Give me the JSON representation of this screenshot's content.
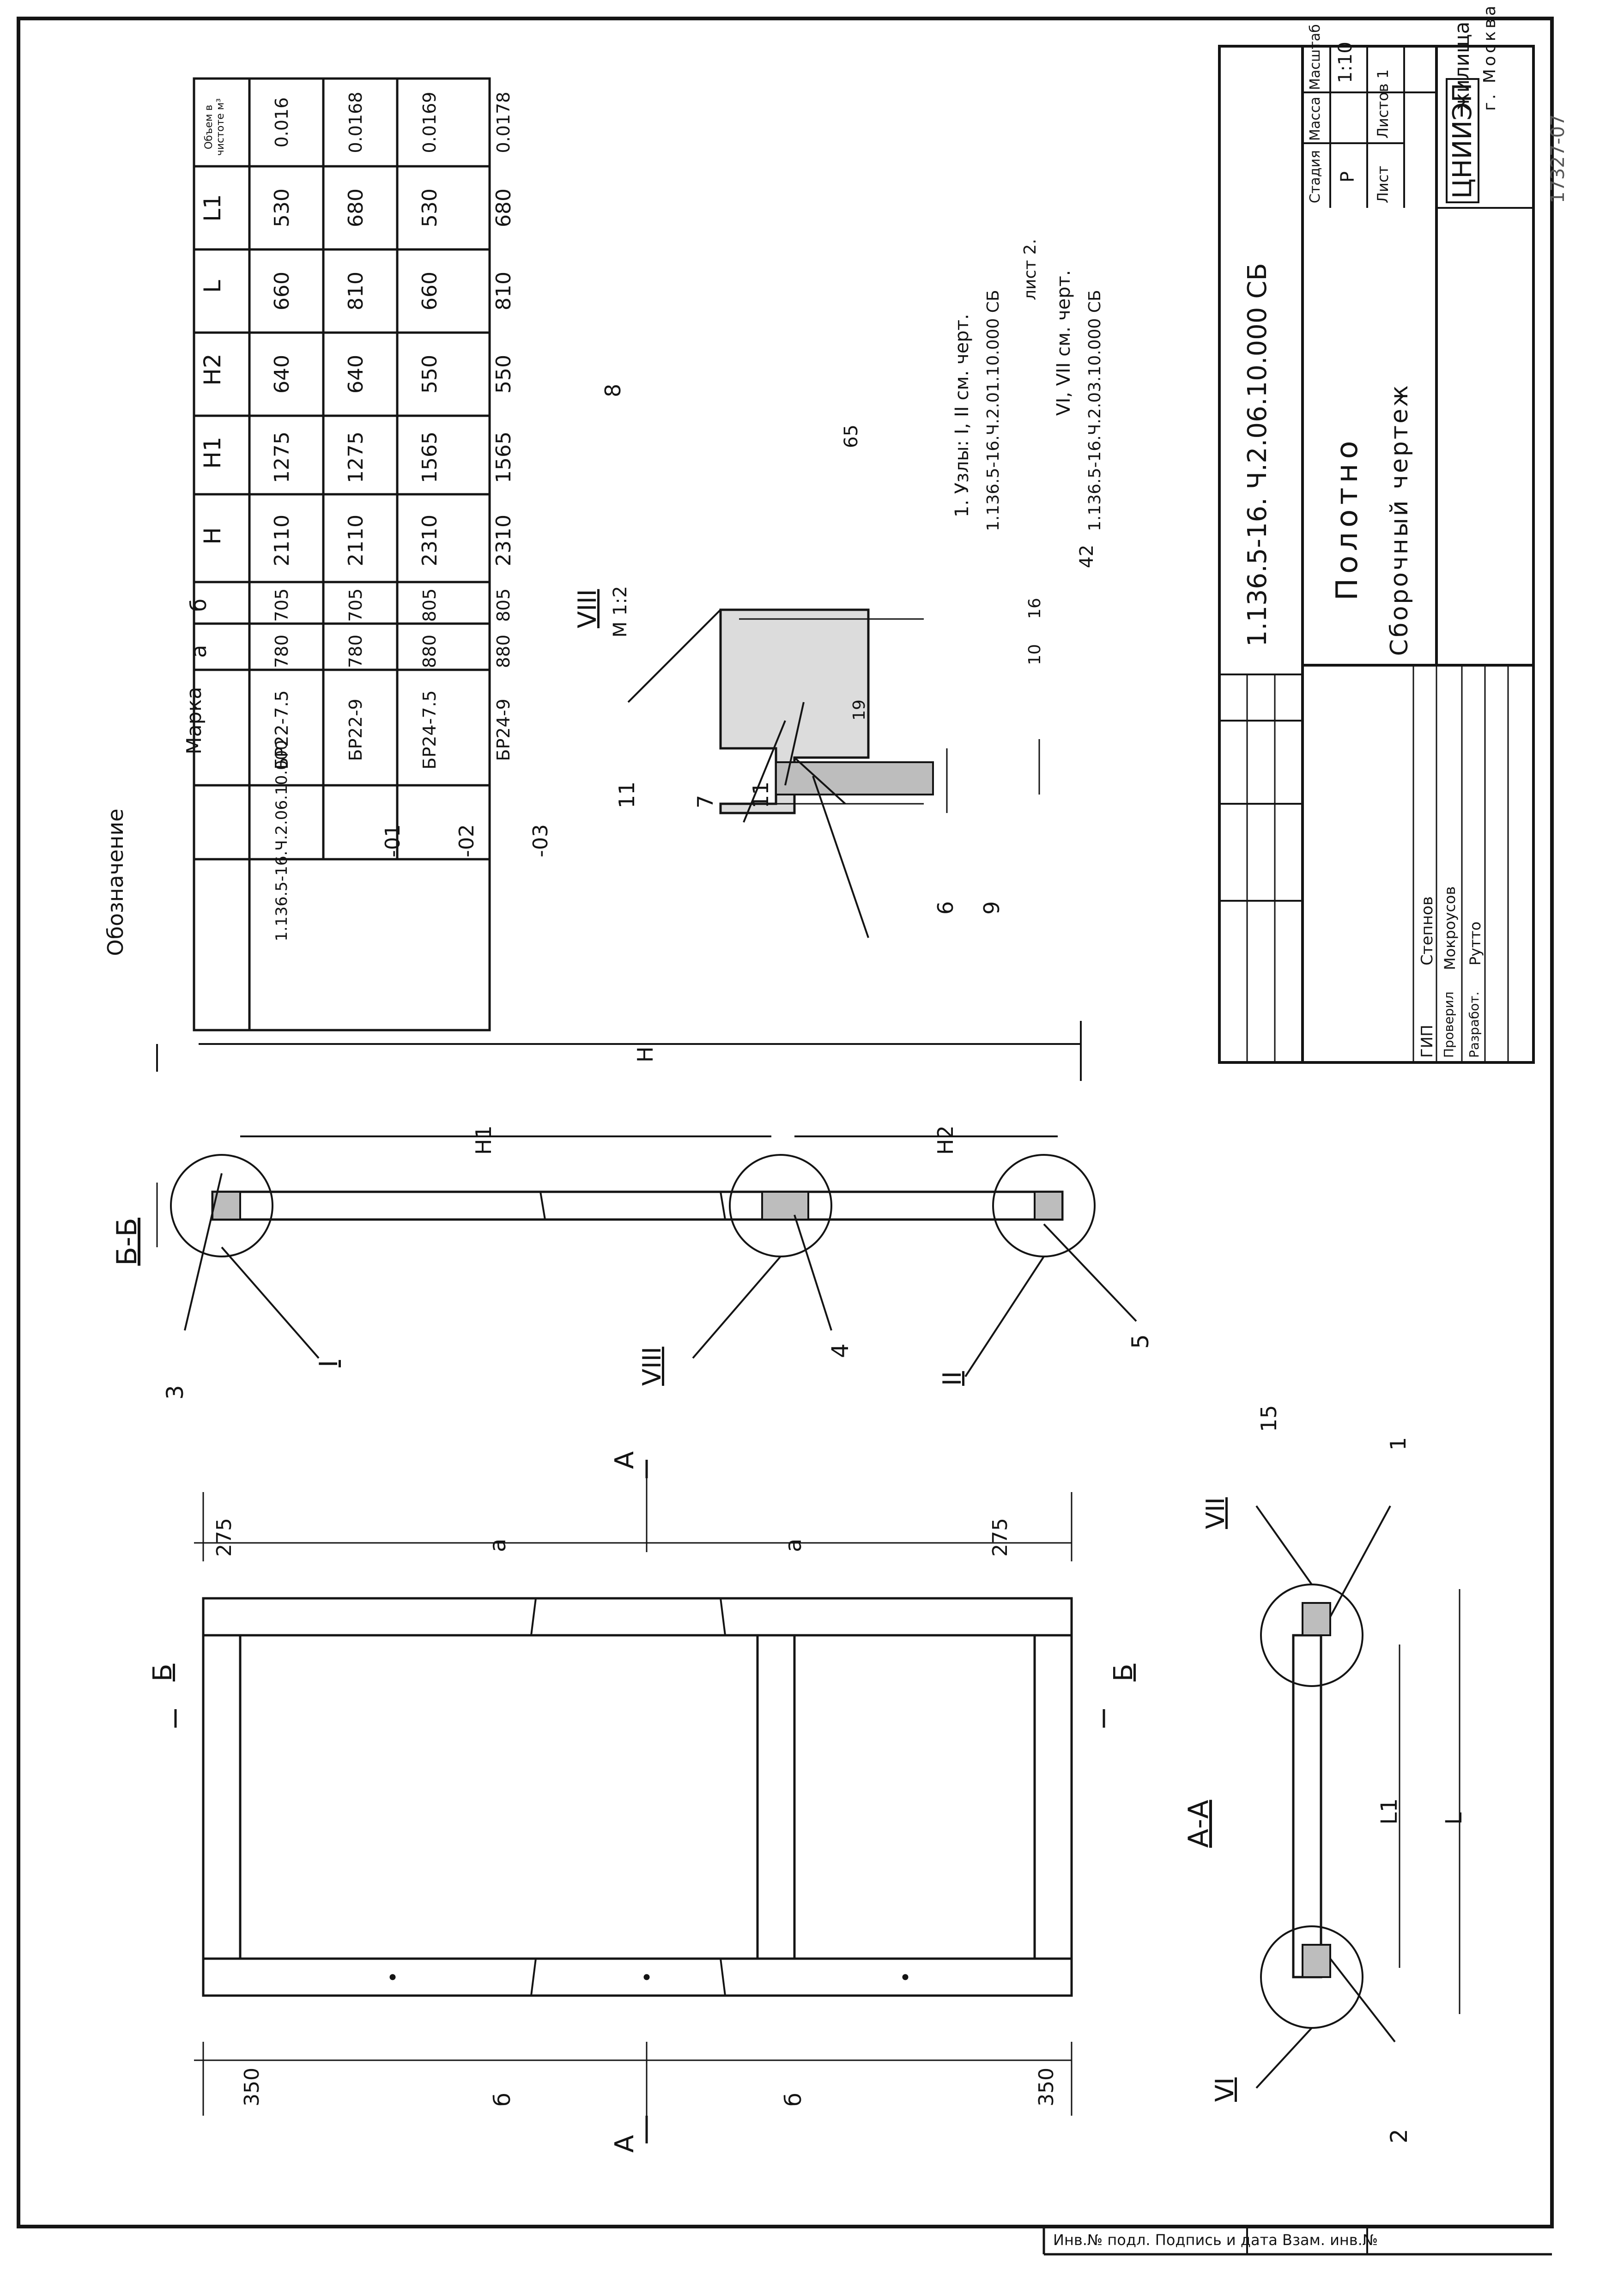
{
  "title_block": {
    "doc_code": "1.136.5-16. Ч.2.06.10.000 СБ",
    "title": "Полотно",
    "subtitle": "Сборочный чертеж",
    "stage_header": "Стадия",
    "mass_header": "Масса",
    "scale_header": "Масштаб",
    "stage": "Р",
    "scale": "1:10",
    "sheet_label": "Лист",
    "sheets_label": "Листов 1",
    "org_logo": "ЦНИИЭП",
    "org_name": "жилища",
    "org_city": "г. Москва",
    "signatures": [
      {
        "role": "ГИП",
        "name": "Степнов"
      },
      {
        "role": "Проверил",
        "name": "Мокроусов"
      },
      {
        "role": "Разработ.",
        "name": "Рутто"
      }
    ],
    "handwritten_number": "17327-07"
  },
  "spec_table": {
    "headers": [
      "Обозначение",
      "Марка",
      "a",
      "б",
      "H",
      "H1",
      "H2",
      "L",
      "L1",
      "Объем в чистоте м³"
    ],
    "rows": [
      [
        "1.136.5-16.Ч.2.06.10.000",
        "БР22-7.5",
        "780",
        "705",
        "2110",
        "1275",
        "640",
        "660",
        "530",
        "0.016"
      ],
      [
        "-01",
        "БР22-9",
        "780",
        "705",
        "2110",
        "1275",
        "640",
        "810",
        "680",
        "0.0168"
      ],
      [
        "-02",
        "БР24-7.5",
        "880",
        "805",
        "2310",
        "1565",
        "550",
        "660",
        "530",
        "0.0169"
      ],
      [
        "-03",
        "БР24-9",
        "880",
        "805",
        "2310",
        "1565",
        "550",
        "810",
        "680",
        "0.0178"
      ]
    ]
  },
  "notes": {
    "n1": "1. Узлы: I, II см. черт.",
    "n1b": "1.136.5-16.Ч.2.01.10.000 СБ",
    "n1c": "лист 2.",
    "n2": "VI, VII см. черт.",
    "n2b": "1.136.5-16.Ч.2.03.10.000 СБ"
  },
  "detail_viii": {
    "label": "VIII",
    "scale": "М 1:2",
    "dims": [
      "65",
      "42",
      "16",
      "10",
      "19"
    ],
    "callouts": [
      "8",
      "11",
      "7",
      "11",
      "6",
      "9"
    ]
  },
  "section_bb": {
    "label": "Б-Б",
    "dims": [
      "H",
      "H1",
      "H2"
    ],
    "callouts": [
      "3",
      "I",
      "VIII",
      "4",
      "II",
      "5"
    ]
  },
  "front_view": {
    "cut_marks": [
      "Б",
      "Б",
      "А",
      "А"
    ],
    "dims_top": [
      "275",
      "a",
      "a",
      "275"
    ],
    "dims_bottom": [
      "350",
      "б",
      "б",
      "350"
    ]
  },
  "section_aa": {
    "label": "А-А",
    "dims": [
      "L1",
      "L"
    ],
    "callouts": [
      "VI",
      "2",
      "VII",
      "15",
      "1"
    ]
  },
  "stamp_strip": "Инв.№ подл.  Подпись и дата  Взам. инв.№"
}
